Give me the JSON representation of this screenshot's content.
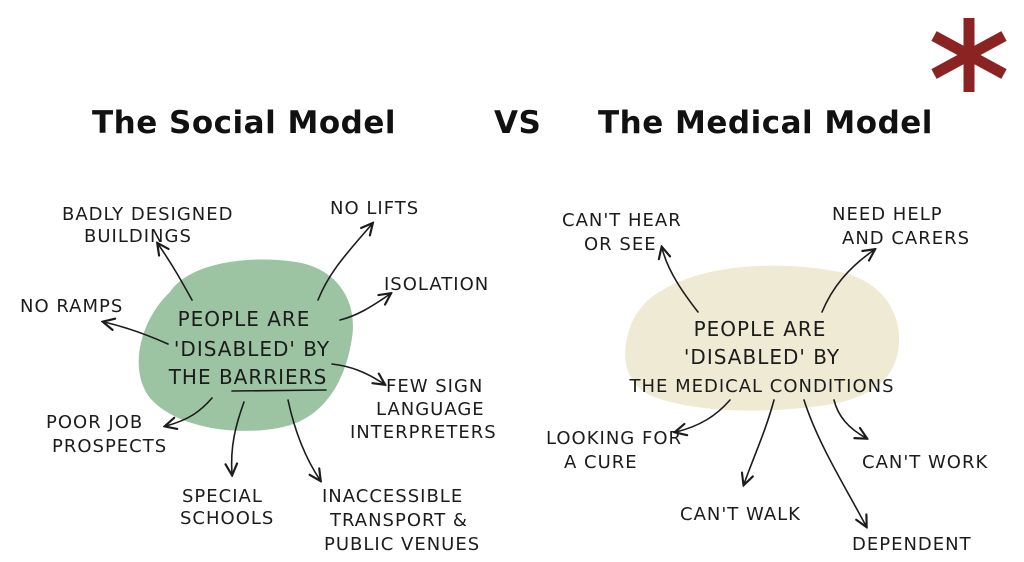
{
  "titles": {
    "social": "The Social Model",
    "vs": "VS",
    "medical": "The Medical Model"
  },
  "accent": {
    "asterisk_color": "#8b2323",
    "social_blob_color": "#9cc4a3",
    "medical_blob_color": "#efead3"
  },
  "social": {
    "center": [
      "PEOPLE ARE",
      "'DISABLED' BY",
      "THE BARRIERS"
    ],
    "labels": [
      [
        "BADLY DESIGNED",
        "BUILDINGS"
      ],
      [
        "NO LIFTS"
      ],
      [
        "ISOLATION"
      ],
      [
        "NO RAMPS"
      ],
      [
        "FEW SIGN",
        "LANGUAGE",
        "INTERPRETERS"
      ],
      [
        "POOR JOB",
        "PROSPECTS"
      ],
      [
        "SPECIAL",
        "SCHOOLS"
      ],
      [
        "INACCESSIBLE",
        "TRANSPORT &",
        "PUBLIC VENUES"
      ]
    ]
  },
  "medical": {
    "center": [
      "PEOPLE ARE",
      "'DISABLED' BY",
      "THE MEDICAL CONDITIONS"
    ],
    "labels": [
      [
        "CAN'T HEAR",
        "OR SEE"
      ],
      [
        "NEED HELP",
        "AND CARERS"
      ],
      [
        "LOOKING FOR",
        "A CURE"
      ],
      [
        "CAN'T WORK"
      ],
      [
        "CAN'T WALK"
      ],
      [
        "DEPENDENT"
      ]
    ]
  }
}
